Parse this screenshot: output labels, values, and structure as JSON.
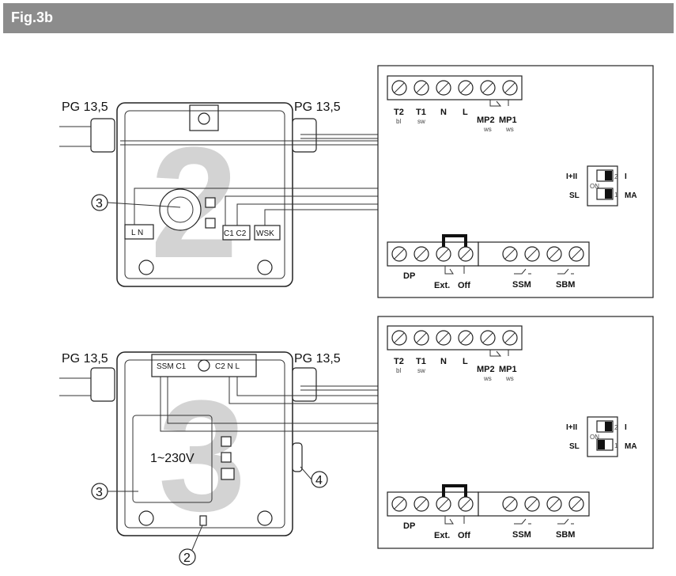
{
  "header": {
    "title": "Fig.3b"
  },
  "upper": {
    "cable_gland_left": "PG 13,5",
    "cable_gland_right": "PG 13,5",
    "big_numeral": "2",
    "callout": "3",
    "terminals": {
      "ln": "L  N",
      "c1c2": "C1 C2",
      "wsk": "WSK"
    }
  },
  "lower": {
    "cable_gland_left": "PG 13,5",
    "cable_gland_right": "PG 13,5",
    "big_numeral": "3",
    "callout_3": "3",
    "callout_4": "4",
    "callout_2": "2",
    "strip_left": "SSM C1",
    "strip_right": "C2  N  L",
    "voltage": "1~230V"
  },
  "panel": {
    "top_terminals": [
      {
        "label": "T2",
        "sub": "bl"
      },
      {
        "label": "T1",
        "sub": "sw"
      },
      {
        "label": "N",
        "sub": ""
      },
      {
        "label": "L",
        "sub": ""
      },
      {
        "label": "MP2",
        "sub": "ws"
      },
      {
        "label": "MP1",
        "sub": "ws"
      }
    ],
    "dip": {
      "left_top": "I+II",
      "left_bottom": "SL",
      "right_top": "I",
      "right_bottom": "MA",
      "on": "ON",
      "n2": "2",
      "n1": "1"
    },
    "bottom": {
      "dp": "DP",
      "ext": "Ext.",
      "off": "Off",
      "ssm": "SSM",
      "sbm": "SBM"
    }
  }
}
